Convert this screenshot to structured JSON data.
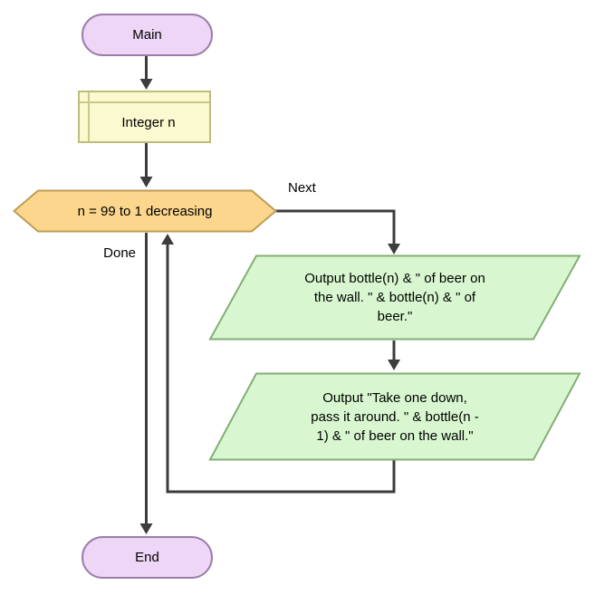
{
  "diagram": {
    "nodes": {
      "main": {
        "label": "Main"
      },
      "declare": {
        "label": "Integer n"
      },
      "loop": {
        "label": "n = 99 to 1 decreasing"
      },
      "output1": {
        "lines": [
          "Output bottle(n) & \" of beer on",
          "the wall. \" & bottle(n) & \" of",
          "beer.\""
        ]
      },
      "output2": {
        "lines": [
          "Output \"Take one down,",
          "pass it around. \" & bottle(n -",
          "1) & \" of beer on the wall.\""
        ]
      },
      "end": {
        "label": "End"
      }
    },
    "edge_labels": {
      "next": "Next",
      "done": "Done"
    },
    "colors": {
      "terminal_fill": "#EED6F6",
      "terminal_stroke": "#9B7CAB",
      "declare_fill": "#FBF9CF",
      "declare_stroke": "#BDBD7B",
      "loop_fill": "#FBD68C",
      "loop_stroke": "#BE9C55",
      "io_fill": "#D8F7D0",
      "io_stroke": "#82AE75",
      "connector": "#3C3C3C"
    }
  }
}
